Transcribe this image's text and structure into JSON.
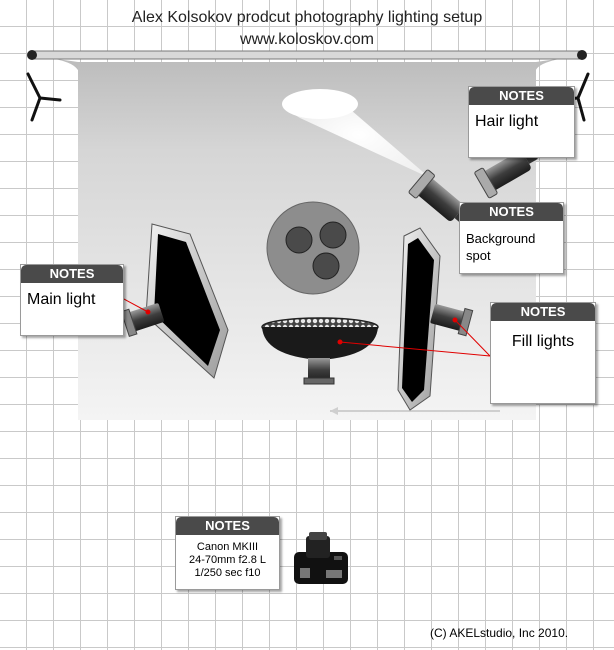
{
  "title": {
    "line1": "Alex Kolsokov prodcut photography lighting setup",
    "line2": "www.koloskov.com"
  },
  "notes": {
    "header": "NOTES",
    "hair_light": "Hair light",
    "background_spot_line1": "Background",
    "background_spot_line2": "spot",
    "main_light": "Main light",
    "fill_lights": "Fill lights",
    "camera_line1": "Canon MKIII",
    "camera_line2": "24-70mm f2.8 L",
    "camera_line3": "1/250 sec f10"
  },
  "copyright": "(C) AKELstudio, Inc 2010.",
  "colors": {
    "note_header": "#4a4a4a",
    "pointer_line": "#e00000",
    "grid": "#c9c9c9"
  }
}
